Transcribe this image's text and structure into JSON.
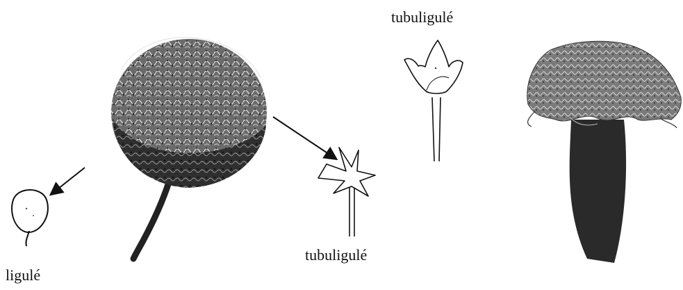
{
  "labels": {
    "tubuliflore_top": "tubuligulé",
    "tubuliflore_bottom": "tubuligulé",
    "ligule": "ligulé"
  },
  "colors": {
    "ink": "#111111",
    "flower_dark": "#2a2a2a",
    "flower_mid": "#5a5a5a",
    "paper": "#ffffff"
  }
}
